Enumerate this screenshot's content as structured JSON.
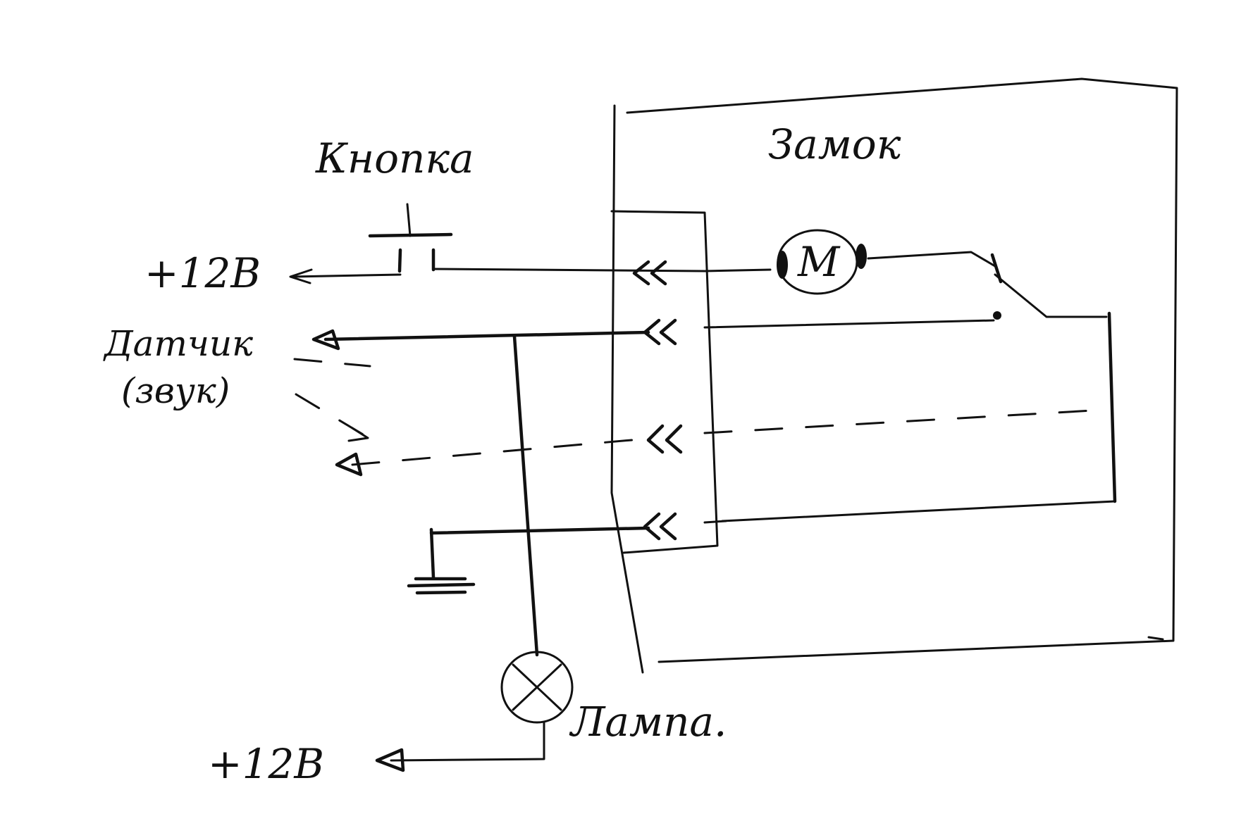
{
  "labels": {
    "button": "Кнопка",
    "lock": "Замок",
    "plus12_top": "+12В",
    "sensor": "Датчик",
    "sensor_note": "(звук)",
    "lamp": "Лампа.",
    "plus12_bottom": "+12В",
    "motor": "М"
  }
}
